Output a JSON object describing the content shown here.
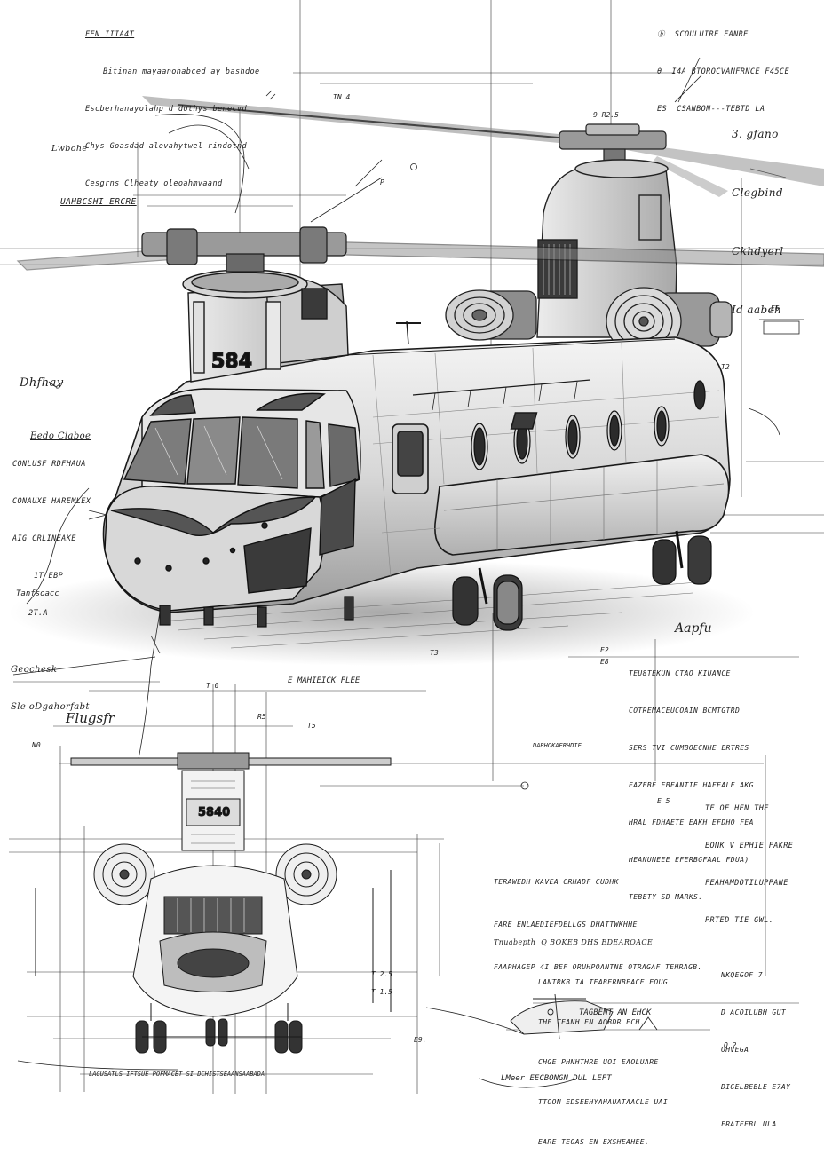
{
  "sheet": {
    "tail_number_side": "584",
    "tail_number_front": "5840"
  },
  "notes": {
    "top_left": [
      "FEN IIIA4T",
      "Bitinan mayaanohabced ay bashdoe",
      "Escberhanayolahp d dothys benecvd",
      "Chys Goasdad alevahytwel rindotnd",
      "Cesgrns Clheaty oleoahmvaand"
    ],
    "top_right": [
      "ⓑ  SCOULUIRE FANRE",
      "θ  I4A BTOROCVANFRNCE F45CE",
      "ES  CSANBON---TEBTD LA"
    ],
    "right_script": [
      "3. gfano",
      "Clegbind",
      "Ckhdyerl",
      "Id aabeh"
    ],
    "left_upper": [
      "Lwbohe",
      "UAHBCSHI ERCRE"
    ],
    "left_mid_script": [
      "Dhfhay",
      "Eedo Ciaboe"
    ],
    "left_spec": [
      "CONLUSF RDFHAUA",
      "CONAUXE HAREMLEX",
      "AIG CRLINEAKE",
      "1T EBP",
      "2T.A"
    ],
    "left_label": "Tanfsoacc",
    "left_lower": [
      "Geochesk",
      "Sle oDgahorfabt"
    ],
    "mid_left_script": "Flugsfr",
    "mid_label": "E MAHIEICK FLEE",
    "right_block_1_sig": "Aapfu",
    "right_block_1": [
      "TEU8TEKUN CTAO KIUANCE",
      "COTREMACEUCOAIN BCMTGTRD",
      "SERS TVI CUMBOECNHE ERTRES",
      "EAZEBE EBEANTIE HAFEALE AKG",
      "HRAL FDHAETE EAKH EFDHO FEA",
      "HEANUNEEE EFERBGFAAL FDUA)",
      "TEBETY SD MARKS."
    ],
    "mid_label_2": "DABHOKAERHDIE",
    "right_block_2": [
      "TE OE HEN THE",
      "EONK V EPHIE FAKRE",
      "FEAHAMDOTILUPPANE",
      "PRTED TIE GWL."
    ],
    "mid_block": [
      "TERAWEDH KAVEA CRHADF CUDHK",
      "FARE ENLAEDIEFDELLGS DHATTWKHHE",
      "FAAPHAGEP 4I BEF ORUHPOANTNE OTRAGAF TEHRAGB."
    ],
    "lower_block": [
      "Tnuabepth  Q BOKEB DHS EDEAROACE",
      "LANTRKB TA TEABERNBEACE EOUG",
      "THE TEANH EN AOBDR ECH.",
      "CHGE PHNHTHRE UOI EAOLUARE",
      "TTOON EDSEEHYAHAUATAACLE UAI",
      "EARE TEOAS EN EXSHEAHEE."
    ],
    "lower_right": [
      "NKQEGOF 7",
      "D ACOILUBH GUT",
      "OHVEGA",
      "DIGELBEBLE E7AY",
      "FRATEEBL ULA"
    ],
    "label_tagbent": "TAGBENT  AN EHCK",
    "bottom_left": "LAGUSATLS IFTSUE POFMACET SI DCHISTSEAANSAABADA",
    "bottom_right": "LMeer EECBONGN DUL LEFT"
  },
  "dims": {
    "rv": "9 R2.5",
    "tn": "TN 4",
    "p": "P",
    "t0": "T 0",
    "t5": "T5",
    "r5": "R5",
    "t3": "T3",
    "e2": "E2",
    "e3": "E8",
    "e5": "E 5",
    "n0": "N0",
    "t2": "T2",
    "e6": "E6",
    "t15": "T 1.5",
    "t25": "T 2.5",
    "e9": "E9.",
    "q2": "Q 2"
  }
}
